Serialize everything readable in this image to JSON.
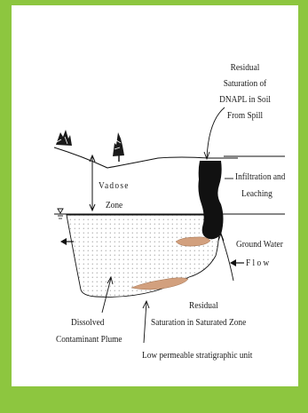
{
  "colors": {
    "frame": "#8dc63f",
    "panel": "#ffffff",
    "ink": "#111111",
    "residual_lens": "#d2a07e"
  },
  "labels": {
    "residual_soil": [
      "Residual",
      "Saturation of",
      "DNAPL in Soil",
      "From Spill"
    ],
    "infiltration": [
      "Infiltration and",
      "Leaching"
    ],
    "vadose": [
      "Vadose",
      "Zone"
    ],
    "groundwater": [
      "Ground Water",
      "F l o w"
    ],
    "residual_saturated": [
      "Residual",
      "Saturation in Saturated Zone"
    ],
    "plume": [
      "Dissolved",
      "Contaminant Plume"
    ],
    "low_perm": "Low permeable stratigraphic unit"
  }
}
